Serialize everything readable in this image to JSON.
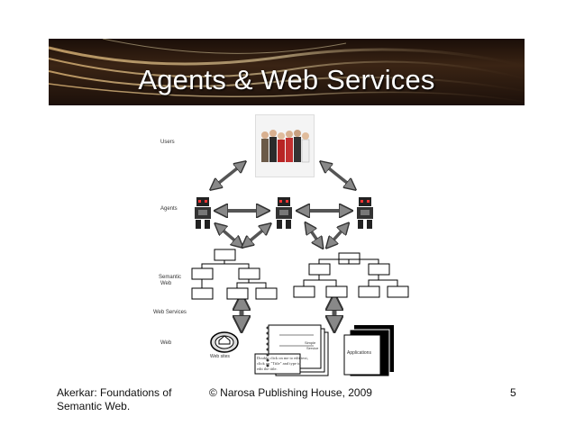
{
  "slide": {
    "title": "Agents & Web Services"
  },
  "diagram": {
    "labels": {
      "users": "Users",
      "agents": "Agents",
      "semantic_web_line1": "Semantic",
      "semantic_web_line2": "Web",
      "web_services": "Web Services",
      "web": "Web",
      "web_sites": "Web sites",
      "applications": "Applications",
      "doc_line1": "Double click on me to edit text,",
      "doc_line2": "click on \"Title\" and type to",
      "doc_line3": "edit the title.",
      "doc_tab1": "Simple",
      "doc_tab2": "Service"
    }
  },
  "footer": {
    "left_line1": "Akerkar: Foundations of",
    "left_line2": "Semantic Web.",
    "center": "© Narosa Publishing House, 2009",
    "page_number": "5"
  }
}
